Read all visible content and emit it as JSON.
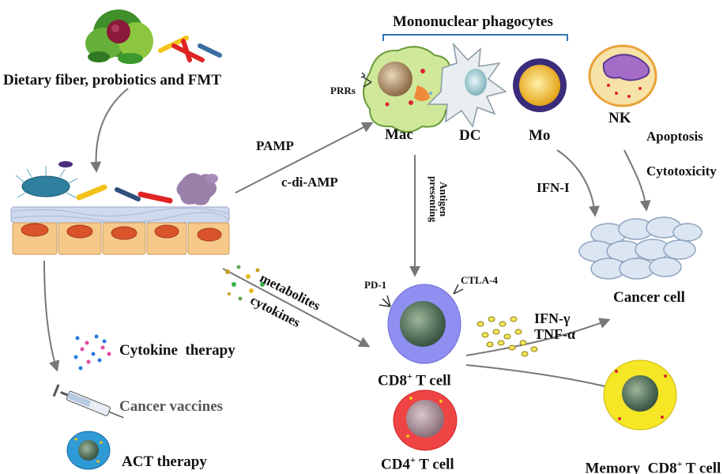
{
  "labels": {
    "diet": "Dietary fiber, probiotics and FMT",
    "mononuclear": "Mononuclear phagocytes",
    "prrs": "PRRs",
    "mac": "Mac",
    "dc": "DC",
    "mo": "Mo",
    "nk": "NK",
    "pamp": "PAMP",
    "cdiamp": "c-di-AMP",
    "antigen_line1": "Antigen",
    "antigen_line2": "presenting",
    "ifn1": "IFN-I",
    "apoptosis": "Apoptosis",
    "cytotoxicity": "Cytotoxicity",
    "cancer_cell": "Cancer cell",
    "pd1": "PD-1",
    "ctla4": "CTLA-4",
    "metabolites": "metabolites",
    "cytokines": "cytokines",
    "ifng": "IFN-γ",
    "tnfa": "TNF-α",
    "cd8_base": "CD8",
    "cd8_sup": "+",
    "cd8_rest": " T cell",
    "cd4_base": "CD4",
    "cd4_sup": "+",
    "cd4_rest": " T cell",
    "memory_base": "Memory  CD8",
    "memory_sup": "+",
    "memory_rest": " T cell",
    "cytokine_therapy": "Cytokine  therapy",
    "cancer_vaccines": "Cancer vaccines",
    "act_therapy": "ACT therapy"
  },
  "colors": {
    "arrow": "#777777",
    "bracket": "#2e75b6",
    "cd8_cell": "#8f8ff2",
    "cd4_cell": "#ef4444",
    "memory_cell": "#f5e626",
    "cancer_cell": "#dce6f2",
    "mac_cell": "#cfe89a",
    "mo_cell": "#3a2c7a"
  }
}
